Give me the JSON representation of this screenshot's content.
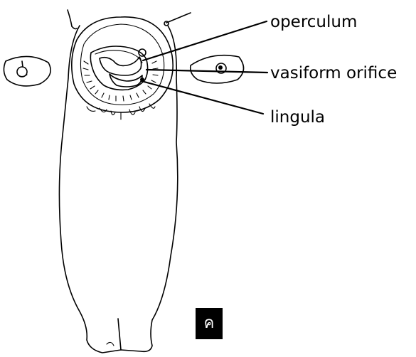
{
  "labels": {
    "operculum": "operculum",
    "vasiform_orifice": "vasiform orifice",
    "lingula": "lingula"
  },
  "panel_tag": "ค",
  "colors": {
    "ink": "#000000",
    "background": "#ffffff",
    "tag_background": "#000000",
    "tag_text": "#ffffff"
  }
}
